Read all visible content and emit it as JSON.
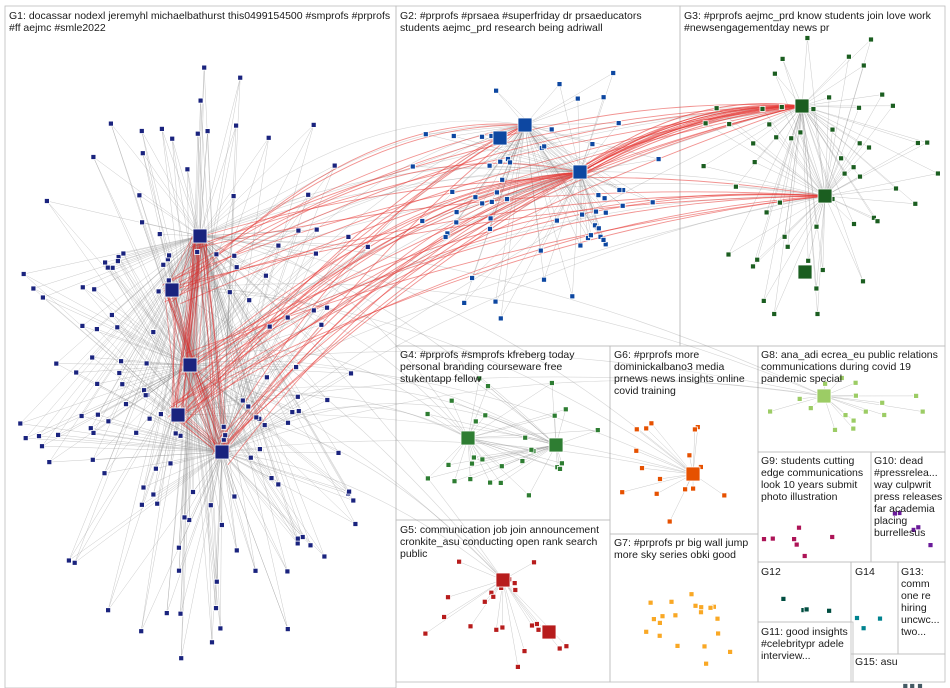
{
  "groups": [
    {
      "id": "g1",
      "label": "G1: docassar nodexl jeremyhl michaelbathurst this0499154500 #smprofs #prprofs #ff aejmc #smle2022",
      "color": "#1a237e"
    },
    {
      "id": "g2",
      "label": "G2: #prprofs #prsaea #superfriday dr prsaeducators students aejmc_prd research being adriwall",
      "color": "#0d47a1"
    },
    {
      "id": "g3",
      "label": "G3: #prprofs aejmc_prd know students join love work #newsengagementday news pr",
      "color": "#1b5e20"
    },
    {
      "id": "g4",
      "label": "G4: #prprofs #smprofs kfreberg today personal branding courseware free stukentapp fellow",
      "color": "#2e7d32"
    },
    {
      "id": "g5",
      "label": "G5: communication job join announcement cronkite_asu conducting open rank search public",
      "color": "#b71c1c"
    },
    {
      "id": "g6",
      "label": "G6: #prprofs more dominickalbano3 media prnews news insights online covid training",
      "color": "#e65100"
    },
    {
      "id": "g7",
      "label": "G7: #prprofs pr big wall jump more sky series obki good",
      "color": "#f9a825"
    },
    {
      "id": "g8",
      "label": "G8: ana_adi ecrea_eu public relations communications during covid 19 pandemic special",
      "color": "#9ccc65"
    },
    {
      "id": "g9",
      "label": "G9: students cutting edge communications look 10 years submit photo illustration",
      "color": "#ad1457"
    },
    {
      "id": "g10",
      "label": "G10: dead #pressrelea... way culpwrit press releases far academia placing burrellesus",
      "color": "#6a1b9a"
    },
    {
      "id": "g11",
      "label": "G11: good insights #celebritypr adele interview...",
      "color": "#00695c"
    },
    {
      "id": "g12",
      "label": "G12",
      "color": "#004d40"
    },
    {
      "id": "g13",
      "label": "G13: comm one re hiring uncwc... two...",
      "color": "#37474f"
    },
    {
      "id": "g14",
      "label": "G14",
      "color": "#00838f"
    },
    {
      "id": "g15",
      "label": "G15: asu",
      "color": "#455a64"
    }
  ]
}
